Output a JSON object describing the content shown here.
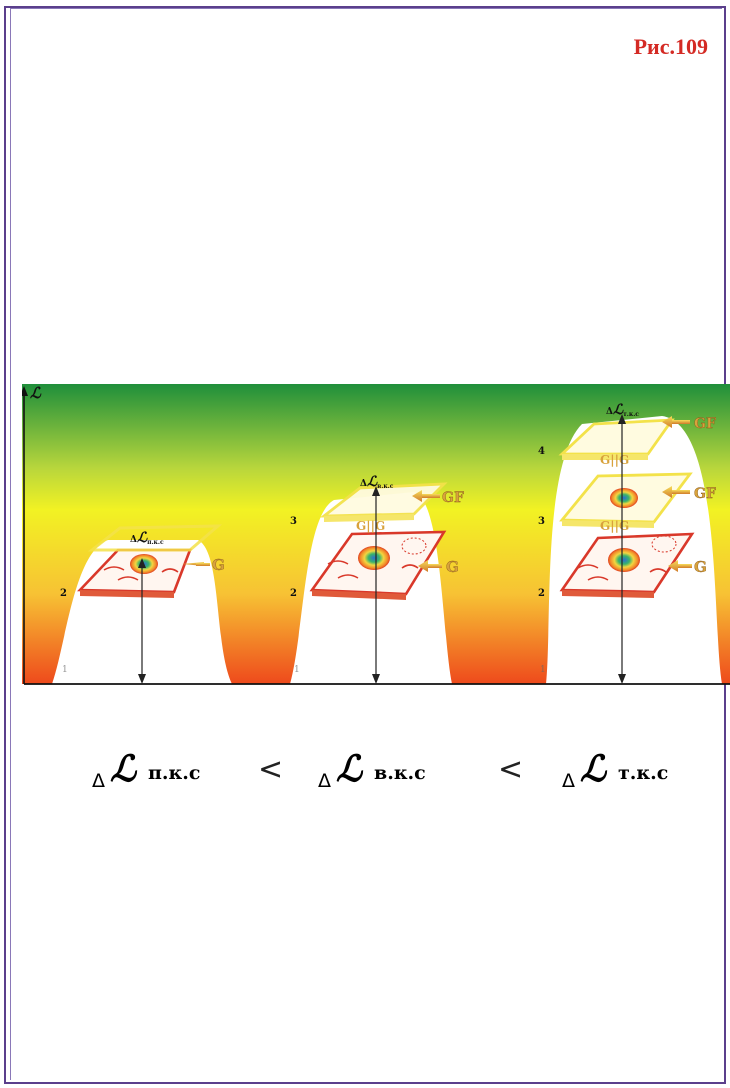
{
  "figure": {
    "label": "Рис.109"
  },
  "diagram": {
    "axis_label": "ℒ",
    "baseline_marks": [
      "1",
      "1",
      "1"
    ],
    "columns": [
      {
        "id": "p",
        "delta_label": "ΔℒП.К.С",
        "levels": [
          "2"
        ],
        "labels": [
          "G"
        ]
      },
      {
        "id": "v",
        "delta_label": "ΔℒВ.К.С",
        "levels": [
          "2",
          "3"
        ],
        "labels": [
          "G",
          "GF",
          "G||G"
        ]
      },
      {
        "id": "t",
        "delta_label": "ΔℒТ.К.С",
        "levels": [
          "2",
          "3",
          "4"
        ],
        "labels": [
          "G",
          "GF",
          "GF",
          "G||G",
          "G||G"
        ]
      }
    ],
    "colors": {
      "gradient_top": "#1f8f3b",
      "gradient_mid": "#f2f223",
      "gradient_bottom": "#ee4a1c",
      "cell_red": "#d9382a",
      "cell_yellow": "#f3e24a",
      "label_gold": "#d8a23c"
    }
  },
  "formula": {
    "delta": "Δ",
    "L": "ℒ",
    "sub1": "п.к.с",
    "sub2": "в.к.с",
    "sub3": "т.к.с",
    "lt": "<"
  }
}
